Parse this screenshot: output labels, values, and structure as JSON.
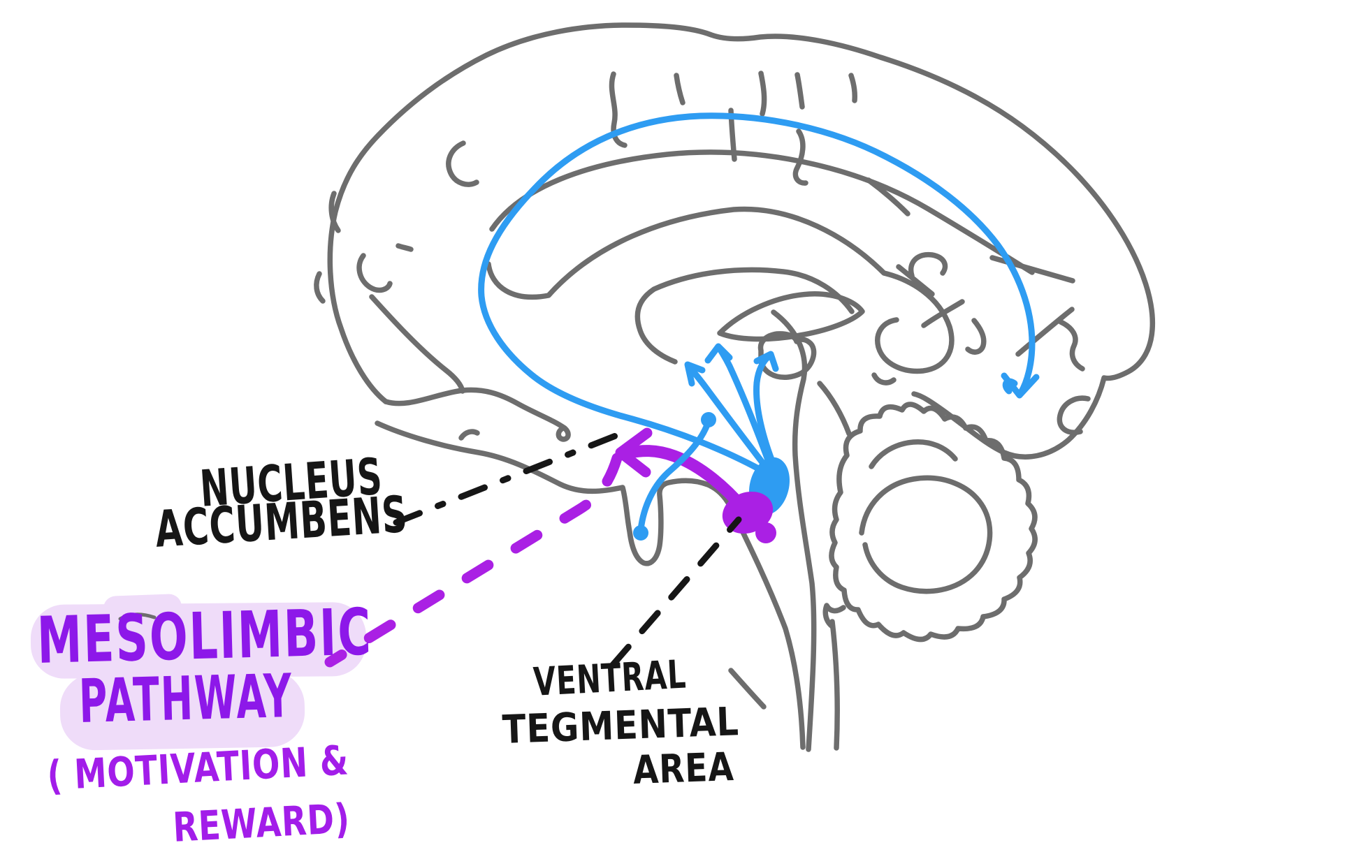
{
  "labels": {
    "nucleus_accumbens": {
      "line1": "NUCLEUS",
      "line2": "ACCUMBENS"
    },
    "mesolimbic_pathway": {
      "line1": "MESOLIMBIC",
      "line2": "PATHWAY",
      "sub1": "( MOTIVATION &",
      "sub2": "REWARD)"
    },
    "ventral_tegmental_area": {
      "line1": "VENTRAL",
      "line2": "TEGMENTAL",
      "line3": "AREA"
    }
  },
  "colors": {
    "background": "#ffffff",
    "ink-gray": "#6d6d6d",
    "ink-blue": "#2e9cf2",
    "ink-purple": "#aa20e4",
    "text-purple": "#8d18e9",
    "text-purple-light": "#a21de9",
    "text-black": "#161616",
    "highlight": "#efdcf9"
  }
}
